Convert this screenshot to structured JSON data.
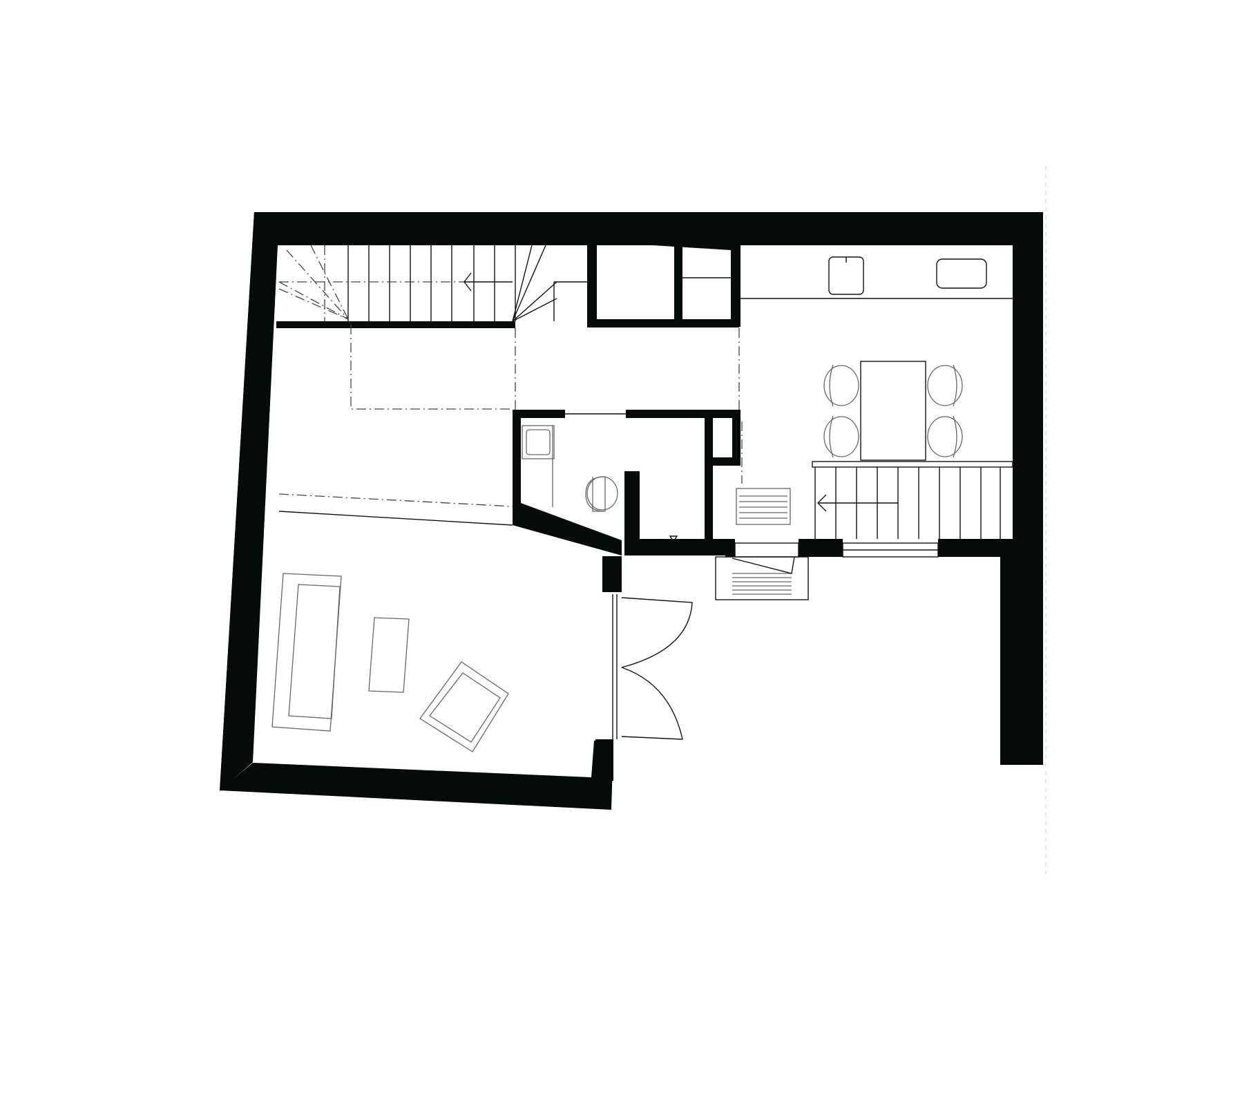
{
  "drawing": {
    "wall_color": "#050a0a",
    "line_color": "#111111",
    "furniture_color": "#666666",
    "background": "#ffffff"
  },
  "rooms": [
    {
      "id": "stair-hall",
      "kind": "staircase"
    },
    {
      "id": "storage",
      "kind": "closet"
    },
    {
      "id": "kitchen-dining",
      "kind": "kitchen"
    },
    {
      "id": "bathroom",
      "kind": "bathroom"
    },
    {
      "id": "living-room",
      "kind": "living"
    },
    {
      "id": "entry",
      "kind": "entrance"
    }
  ],
  "icons": [
    "stair-arrow-icon",
    "toilet-icon",
    "sink-icon",
    "door-swing-icon",
    "chair-icon"
  ]
}
